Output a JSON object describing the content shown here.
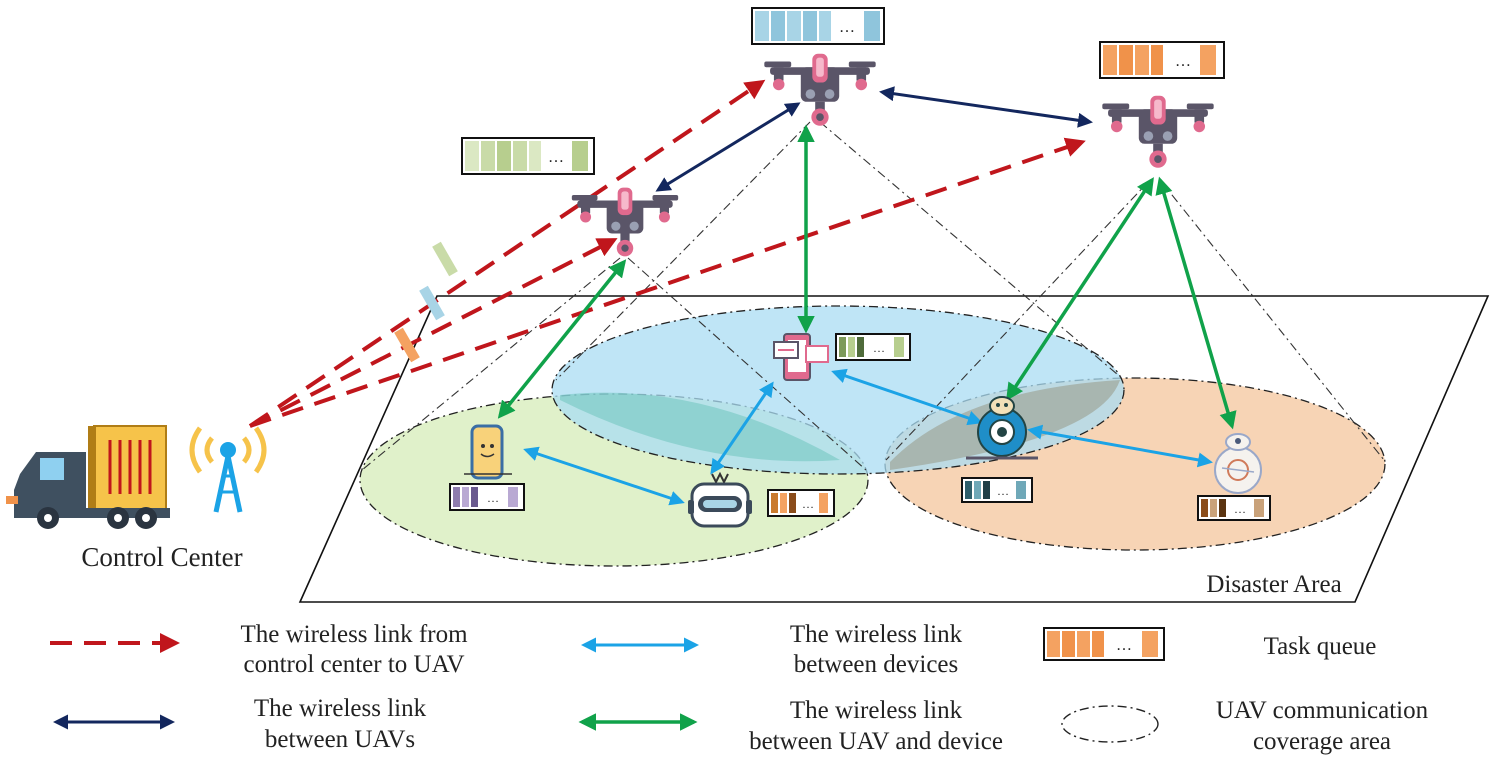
{
  "labels": {
    "control_center": "Control Center",
    "disaster_area": "Disaster Area"
  },
  "legend": {
    "red_link": [
      "The wireless link from",
      "control center to UAV"
    ],
    "dev_link": [
      "The wireless link",
      "between devices"
    ],
    "task_queue": "Task queue",
    "uav_link": [
      "The wireless link",
      "between UAVs"
    ],
    "uav_dev_link": [
      "The wireless link",
      "between UAV and device"
    ],
    "coverage": [
      "UAV communication",
      "coverage area"
    ]
  },
  "queue_ellipsis": "…",
  "colors": {
    "red_link": "#c0161c",
    "uav_link": "#13275e",
    "dev_link": "#1ba3e6",
    "uav_dev_link": "#10a24a",
    "coverage_left": "#d6ecb8",
    "coverage_center": "#a9dcf3",
    "coverage_right": "#f5c9a2",
    "queue_green": "#c9dba8",
    "queue_blue": "#a8d4e6",
    "queue_orange": "#f4a261",
    "uav_body": "#5a5568",
    "uav_pink": "#e06a8e"
  },
  "icons": [
    "truck-icon",
    "antenna-icon",
    "uav-icon",
    "smartphone-icon",
    "robot-icon",
    "tablet-icon",
    "droid-robot-icon",
    "bb8-robot-icon"
  ]
}
